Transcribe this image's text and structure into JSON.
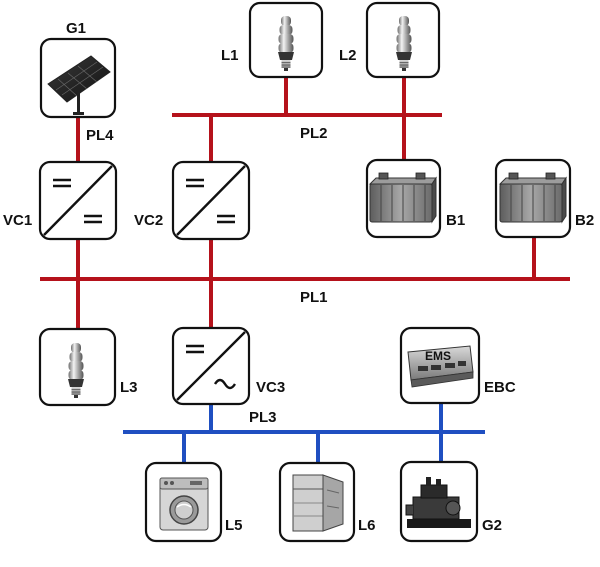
{
  "colors": {
    "red_bus": "#b5121b",
    "blue_bus": "#1f4fc1",
    "outline": "#111111"
  },
  "buses": {
    "pl1": "PL1",
    "pl2": "PL2",
    "pl3": "PL3",
    "pl4": "PL4"
  },
  "components": {
    "g1": {
      "label": "G1",
      "icon": "solar-panel-icon"
    },
    "l1": {
      "label": "L1",
      "icon": "light-bulb-icon"
    },
    "l2": {
      "label": "L2",
      "icon": "light-bulb-icon"
    },
    "vc1": {
      "label": "VC1",
      "icon": "dc-dc-converter-icon"
    },
    "vc2": {
      "label": "VC2",
      "icon": "dc-dc-converter-icon"
    },
    "b1": {
      "label": "B1",
      "icon": "battery-icon"
    },
    "b2": {
      "label": "B2",
      "icon": "battery-icon"
    },
    "l3": {
      "label": "L3",
      "icon": "light-bulb-icon"
    },
    "vc3": {
      "label": "VC3",
      "icon": "dc-ac-inverter-icon"
    },
    "ebc": {
      "label": "EBC",
      "icon": "ems-controller-icon",
      "device_text": "EMS"
    },
    "l5": {
      "label": "L5",
      "icon": "washing-machine-icon"
    },
    "l6": {
      "label": "L6",
      "icon": "refrigerator-icon"
    },
    "g2": {
      "label": "G2",
      "icon": "diesel-generator-icon"
    }
  }
}
